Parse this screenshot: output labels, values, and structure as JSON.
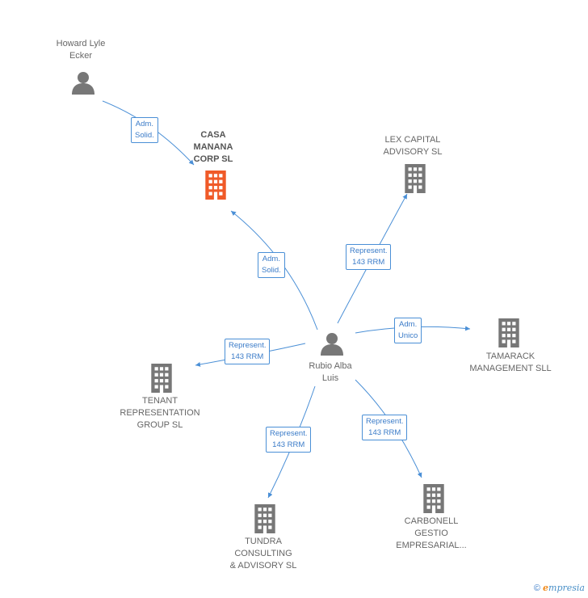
{
  "nodes": {
    "howard": {
      "label_lines": [
        "Howard Lyle",
        "Ecker"
      ],
      "icon": "person-icon"
    },
    "casa": {
      "label_lines": [
        "CASA",
        "MANANA",
        "CORP SL"
      ],
      "icon": "building-icon",
      "color": "#f05a28"
    },
    "lex": {
      "label_lines": [
        "LEX CAPITAL",
        "ADVISORY SL"
      ],
      "icon": "building-icon"
    },
    "rubio": {
      "label_lines": [
        "Rubio Alba",
        "Luis"
      ],
      "icon": "person-icon"
    },
    "tamarack": {
      "label_lines": [
        "TAMARACK",
        "MANAGEMENT SLL"
      ],
      "icon": "building-icon"
    },
    "tenant": {
      "label_lines": [
        "TENANT",
        "REPRESENTATION",
        "GROUP SL"
      ],
      "icon": "building-icon"
    },
    "tundra": {
      "label_lines": [
        "TUNDRA",
        "CONSULTING",
        "& ADVISORY SL"
      ],
      "icon": "building-icon"
    },
    "carbonell": {
      "label_lines": [
        "CARBONELL",
        "GESTIO",
        "EMPRESARIAL..."
      ],
      "icon": "building-icon"
    }
  },
  "edges": {
    "howard_casa": [
      "Adm.",
      "Solid."
    ],
    "rubio_casa": [
      "Adm.",
      "Solid."
    ],
    "rubio_lex": [
      "Represent.",
      "143 RRM"
    ],
    "rubio_tamarack": [
      "Adm.",
      "Unico"
    ],
    "rubio_tenant": [
      "Represent.",
      "143 RRM"
    ],
    "rubio_tundra": [
      "Represent.",
      "143 RRM"
    ],
    "rubio_carbonell": [
      "Represent.",
      "143 RRM"
    ]
  },
  "colors": {
    "edge": "#4a8fd6",
    "icon_gray": "#777777",
    "highlight": "#f05a28"
  },
  "footer": {
    "copyright": "©",
    "brand_e": "e",
    "brand_rest": "mpresia"
  }
}
